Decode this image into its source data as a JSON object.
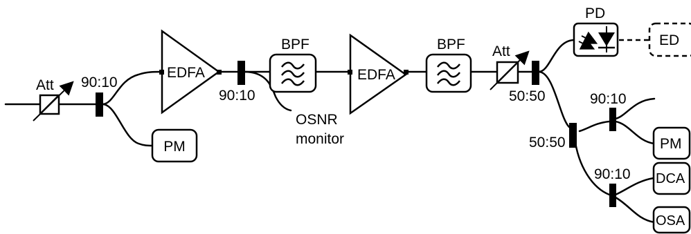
{
  "labels": {
    "att_input": "Att",
    "coupler_input": "90:10",
    "pm_input": "PM",
    "edfa_1": "EDFA",
    "coupler_mid": "90:10",
    "bpf_1": "BPF",
    "osnr_monitor_line1": "OSNR",
    "osnr_monitor_line2": "monitor",
    "edfa_2": "EDFA",
    "bpf_2": "BPF",
    "att_output": "Att",
    "coupler_output": "50:50",
    "pd": "PD",
    "ed": "ED",
    "coupler_split": "50:50",
    "coupler_upper": "90:10",
    "pm_output": "PM",
    "coupler_lower": "90:10",
    "dca": "DCA",
    "osa": "OSA"
  },
  "icons": {
    "attenuator": "variable-attenuator-icon",
    "filter": "bandpass-filter-icon",
    "amplifier": "amplifier-triangle-icon",
    "photodiode": "photodiode-icon"
  },
  "colors": {
    "stroke": "#000000",
    "background": "#ffffff"
  }
}
